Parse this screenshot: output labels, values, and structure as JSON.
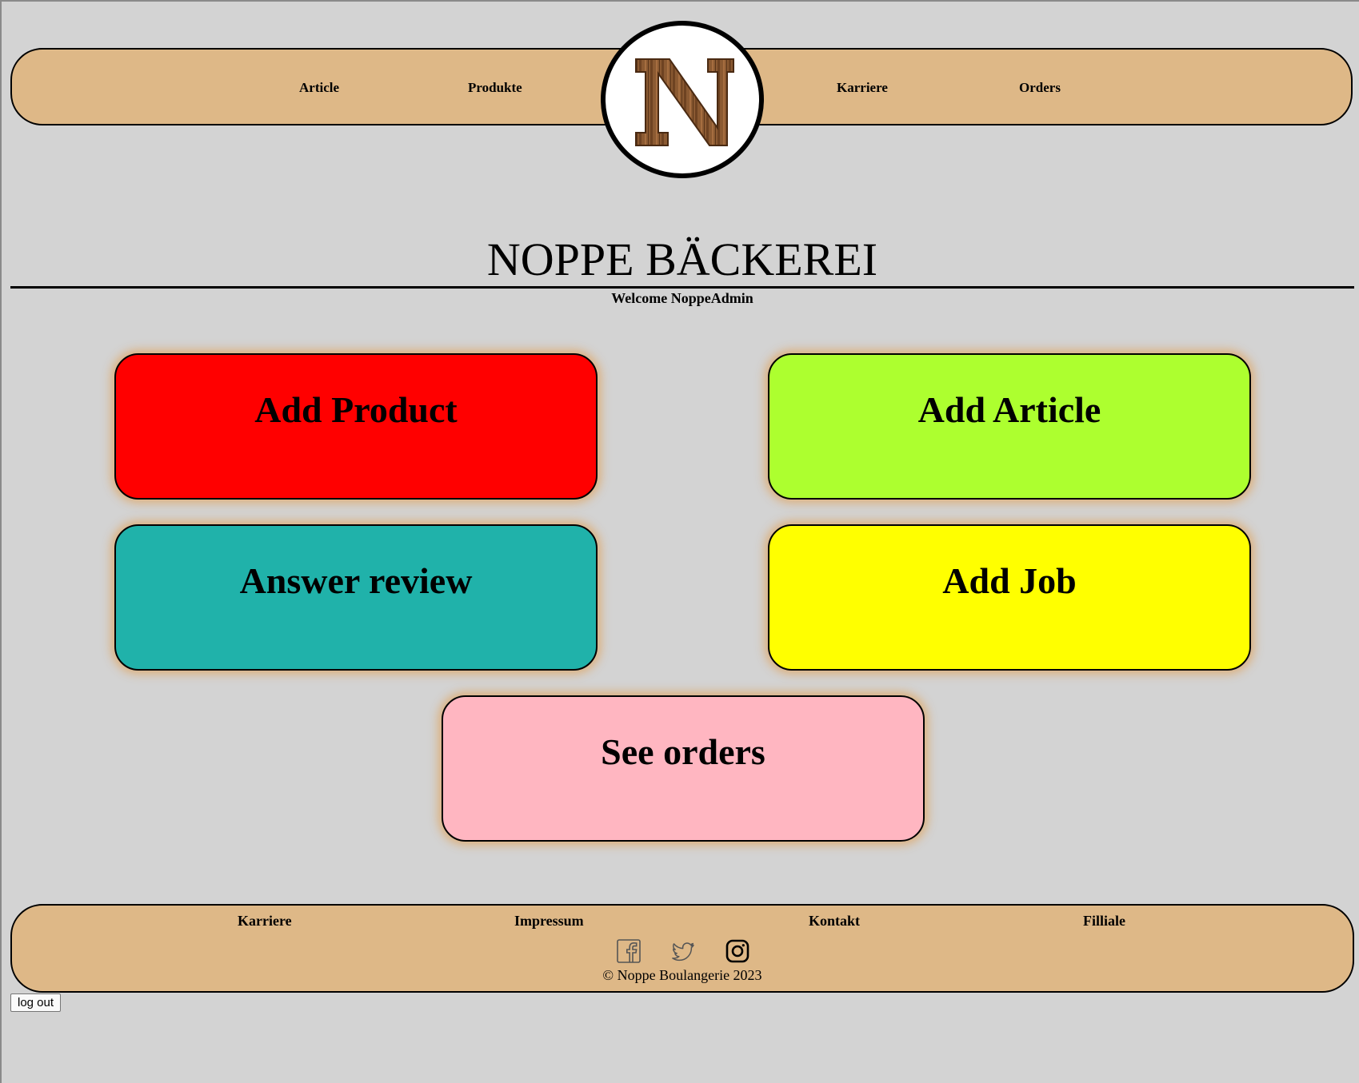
{
  "nav": {
    "items": [
      "Article",
      "Produkte",
      "Karriere",
      "Orders"
    ]
  },
  "logo": {
    "letter": "N",
    "icon": "wood-letter-n-logo"
  },
  "header": {
    "title": "NOPPE BÄCKEREI",
    "welcome": "Welcome NoppeAdmin"
  },
  "cards": [
    {
      "label": "Add Product",
      "color": "#ff0000"
    },
    {
      "label": "Add Article",
      "color": "#adff2f"
    },
    {
      "label": "Answer review",
      "color": "#20b2aa"
    },
    {
      "label": "Add Job",
      "color": "#ffff00"
    },
    {
      "label": "See orders",
      "color": "#ffb6c1"
    }
  ],
  "footer": {
    "links": [
      "Karriere",
      "Impressum",
      "Kontakt",
      "Filliale"
    ],
    "social": [
      "facebook-icon",
      "twitter-icon",
      "instagram-icon"
    ],
    "copyright": "© Noppe Boulangerie 2023"
  },
  "logout_label": "log out",
  "colors": {
    "background": "#d3d3d3",
    "bar": "#deb887",
    "glow": "#deaa6e"
  }
}
